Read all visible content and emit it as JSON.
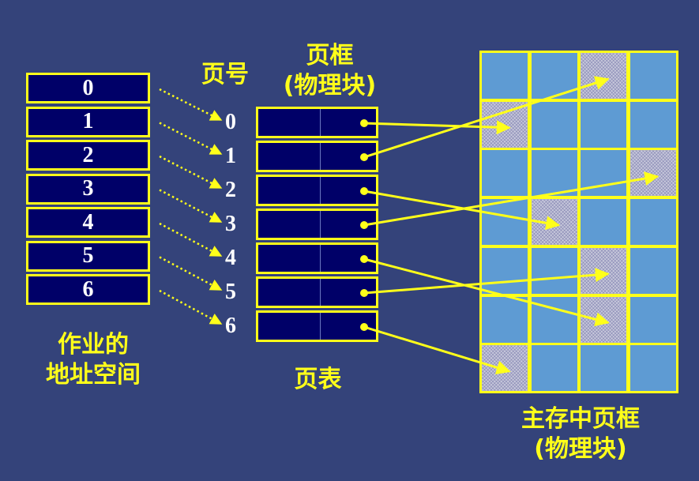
{
  "address_space": {
    "label_line1": "作业的",
    "label_line2": "地址空间",
    "pages": [
      "0",
      "1",
      "2",
      "3",
      "4",
      "5",
      "6"
    ]
  },
  "page_numbers": {
    "title": "页号",
    "items": [
      "0",
      "1",
      "2",
      "3",
      "4",
      "5",
      "6"
    ]
  },
  "page_table": {
    "title_line1": "页框",
    "title_line2": "(物理块)",
    "caption": "页表",
    "rows": [
      "0",
      "1",
      "2",
      "3",
      "4",
      "5",
      "6"
    ]
  },
  "main_memory": {
    "label_line1": "主存中页框",
    "label_line2": "(物理块)",
    "columns": 4,
    "rows": 7,
    "occupied_cells": [
      [
        0,
        2
      ],
      [
        1,
        0
      ],
      [
        2,
        3
      ],
      [
        3,
        1
      ],
      [
        4,
        2
      ],
      [
        5,
        2
      ],
      [
        6,
        0
      ]
    ]
  },
  "mapping": [
    {
      "page": 0,
      "frame": [
        1,
        0
      ]
    },
    {
      "page": 1,
      "frame": [
        0,
        2
      ]
    },
    {
      "page": 2,
      "frame": [
        3,
        1
      ]
    },
    {
      "page": 3,
      "frame": [
        2,
        3
      ]
    },
    {
      "page": 4,
      "frame": [
        5,
        2
      ]
    },
    {
      "page": 5,
      "frame": [
        4,
        2
      ]
    },
    {
      "page": 6,
      "frame": [
        6,
        0
      ]
    }
  ],
  "colors": {
    "background": "#34437a",
    "yellow": "#ffff1a",
    "cell_fill": "#000068",
    "memory_free": "#5e9bd3",
    "memory_used": "#c8c9dc"
  }
}
